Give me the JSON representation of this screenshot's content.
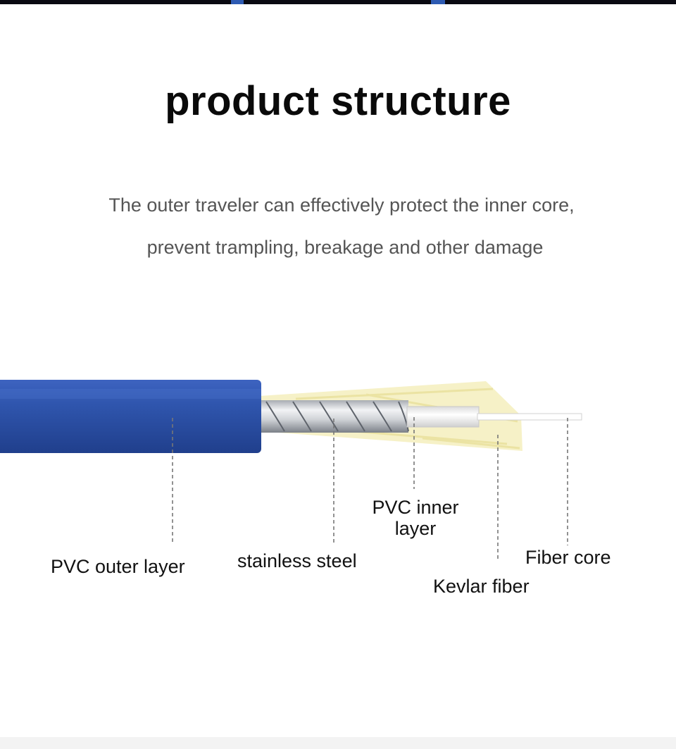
{
  "title": "product structure",
  "description": {
    "line1": "The outer traveler can effectively protect the inner core,",
    "line2": "prevent trampling, breakage and other damage"
  },
  "labels": {
    "pvc_outer": "PVC outer layer",
    "stainless_steel": "stainless steel",
    "pvc_inner_line1": "PVC inner",
    "pvc_inner_line2": "layer",
    "kevlar": "Kevlar fiber",
    "fiber_core": "Fiber core"
  },
  "colors": {
    "pvc_outer": "#2d4fa3",
    "steel": "#c9ccd1",
    "kevlar": "#f3efc0",
    "inner_layer": "#f4f4f4",
    "fiber_core": "#ffffff",
    "leader_line": "#777777"
  }
}
